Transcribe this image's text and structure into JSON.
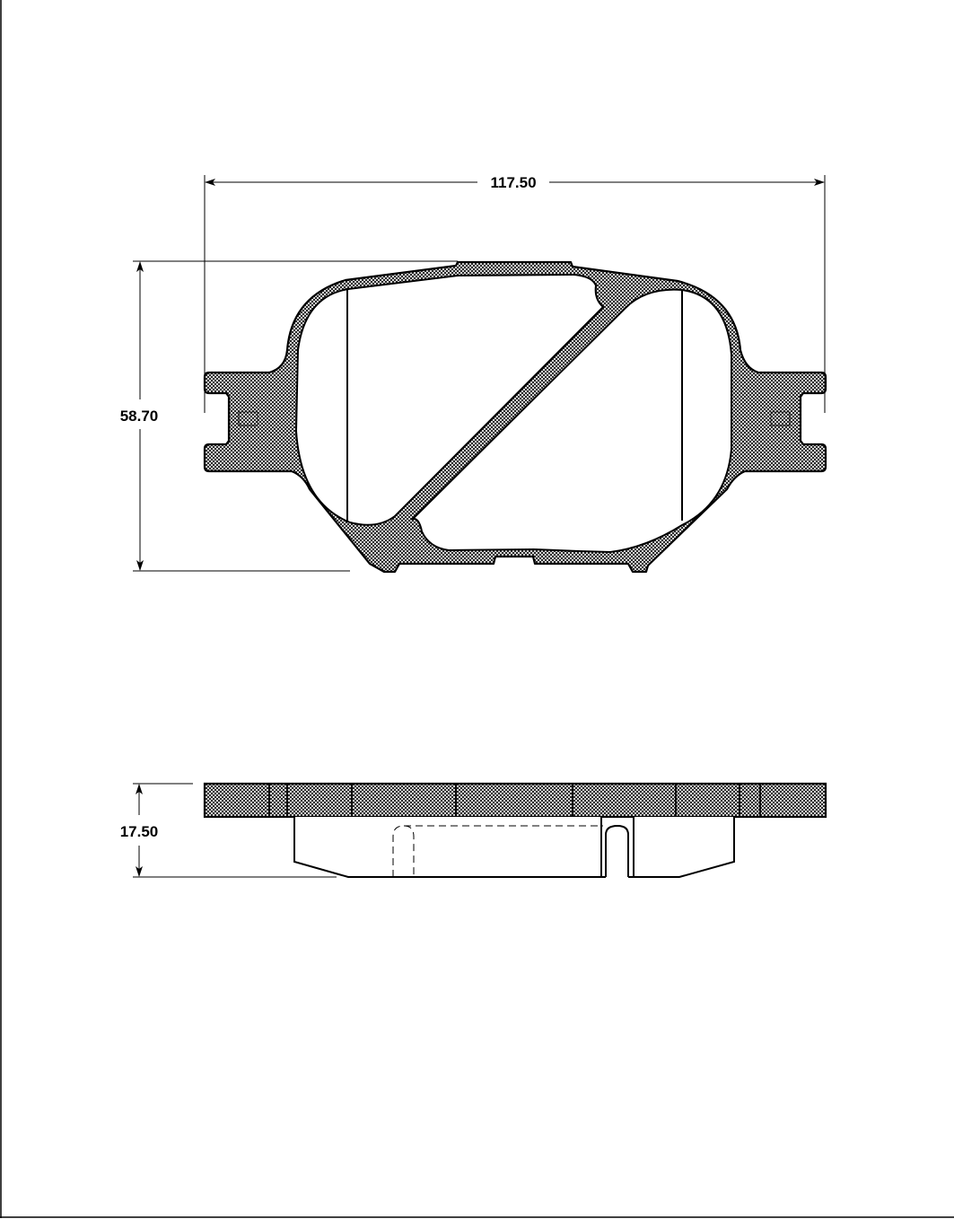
{
  "drawing": {
    "dimensions": {
      "width": "117.50",
      "height": "58.70",
      "thickness": "17.50"
    },
    "colors": {
      "line": "#000000",
      "hatch": "#000000",
      "background": "#ffffff"
    }
  }
}
